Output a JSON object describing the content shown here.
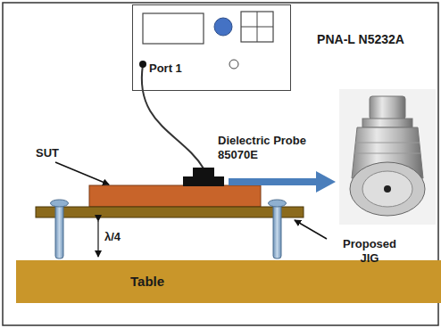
{
  "diagram": {
    "nodes": [
      {
        "text": [
          "PNA-L N5232A",
          "Port 1"
        ]
      },
      {
        "text": [
          "Table"
        ]
      }
    ],
    "labels": [
      "SUT",
      "Dielectric Probe 85070E",
      "λ/4",
      "Proposed JIG"
    ]
  }
}
